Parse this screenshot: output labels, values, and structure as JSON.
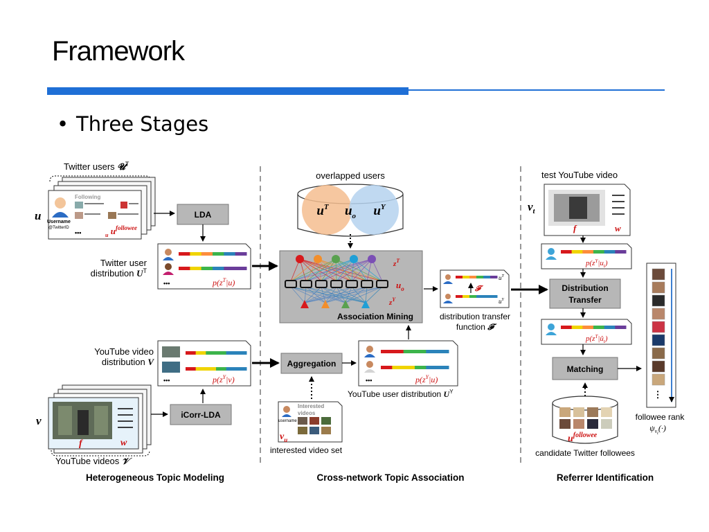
{
  "slide": {
    "title": "Framework",
    "bullet": "Three Stages",
    "accent_color": "#1f6fd6"
  },
  "diagram": {
    "stages": [
      "Heterogeneous Topic Modeling",
      "Cross-network Topic Association",
      "Referrer Identification"
    ],
    "stage1": {
      "twitter_users_label": "Twitter users ",
      "twitter_users_symbol": "𝓤",
      "twitter_users_sup": "T",
      "u_symbol": "u",
      "profile_following": "Following",
      "profile_username": "Username",
      "profile_handle": "@TwitterID",
      "profile_ellipsis": "•••",
      "followee_symbol": "u",
      "followee_sup": "followee",
      "followee_sub": "u",
      "lda_label": "LDA",
      "twitter_dist_label_1": "Twitter user",
      "twitter_dist_label_2": "distribution ",
      "twitter_dist_symbol": "U",
      "twitter_dist_sup": "T",
      "twitter_dist_formula": "p(z",
      "twitter_dist_formula_sup": "T",
      "twitter_dist_formula_end": "|u)",
      "youtube_dist_label_1": "YouTube video",
      "youtube_dist_label_2": "distribution ",
      "youtube_dist_symbol": "V",
      "youtube_dist_formula": "p(z",
      "youtube_dist_formula_sup": "Y",
      "youtube_dist_formula_end": "|v)",
      "icorr_lda_label": "iCorr-LDA",
      "v_symbol": "v",
      "f_symbol": "f",
      "w_symbol": "w",
      "youtube_videos_label": "YouTube videos ",
      "youtube_videos_symbol": "𝒱",
      "ellipsis": "•••"
    },
    "stage2": {
      "overlapped_users_label": "overlapped users",
      "ut_symbol": "u",
      "ut_sup": "T",
      "uo_symbol": "u",
      "uo_sub": "o",
      "uy_symbol": "u",
      "uy_sup": "Y",
      "zt_label": "z",
      "zt_sup": "T",
      "zy_label": "z",
      "zy_sup": "Y",
      "uo_label": "u",
      "uo_label_sub": "o",
      "association_mining_label": "Association Mining",
      "transfer_function_label_1": "distribution transfer",
      "transfer_function_label_2": "function ",
      "transfer_function_symbol": "𝓕",
      "transfer_f_symbol": "𝓕",
      "transfer_ut": "u",
      "transfer_ut_sup": "T",
      "transfer_uy": "u",
      "transfer_uy_sup": "Y",
      "aggregation_label": "Aggregation",
      "youtube_user_dist_label": "YouTube user distribution ",
      "youtube_user_dist_symbol": "U",
      "youtube_user_dist_sup": "Y",
      "youtube_user_formula": "p(z",
      "youtube_user_formula_sup": "Y",
      "youtube_user_formula_end": "|u)",
      "interested_videos_label_1": "Interested",
      "interested_videos_label_2": "videos",
      "interested_username": "username",
      "vu_symbol": "v",
      "vu_sub": "u",
      "interested_set_label": "interested video set",
      "ellipsis": "•••"
    },
    "stage3": {
      "test_video_label": "test YouTube video",
      "vt_symbol": "v",
      "vt_sub": "t",
      "f_symbol": "f",
      "w_symbol": "w",
      "formula1": "p(z",
      "formula1_sup": "Y",
      "formula1_end": "|u",
      "formula1_sub": "t",
      "formula2": "p(z",
      "formula2_sup": "T",
      "formula2_end": "|û",
      "formula2_sub": "t",
      "distribution_transfer_label_1": "Distribution",
      "distribution_transfer_label_2": "Transfer",
      "matching_label": "Matching",
      "candidate_label": "candidate Twitter followees",
      "candidate_symbol": "u",
      "candidate_sup": "followee",
      "followee_rank_label": "followee rank",
      "psi_label": "ψ",
      "psi_sub": "v",
      "psi_subsub": "t",
      "psi_end": "(·)",
      "rank_ellipsis": "⋮"
    },
    "topic_colors": [
      "#d7191c",
      "#f0d400",
      "#fd8d3c",
      "#3cb44b",
      "#2b83ba",
      "#6a3d9a"
    ],
    "node_colors": [
      "#d7191c",
      "#f28e2b",
      "#59a14f",
      "#1f9fd6",
      "#7b4fb5"
    ]
  }
}
